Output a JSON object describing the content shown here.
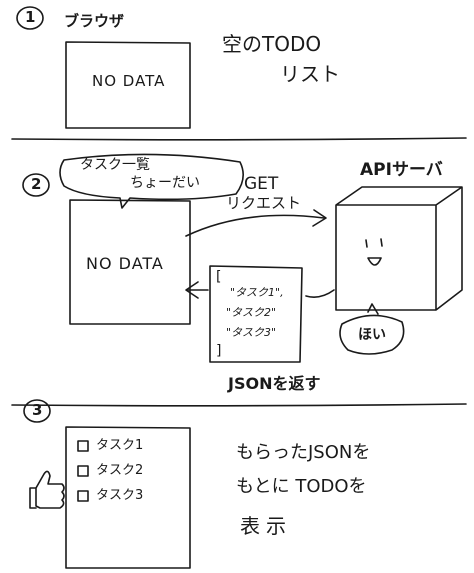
{
  "section1": {
    "number": "1",
    "browser_label": "ブラウザ",
    "box_text": "NO DATA",
    "note_line1": "空のTODO",
    "note_line2": "リスト"
  },
  "section2": {
    "number": "2",
    "bubble_line1": "タスク一覧",
    "bubble_line2": "ちょーだい",
    "box_text": "NO DATA",
    "request_line1": "GET",
    "request_line2": "リクエスト",
    "server_label": "APIサーバ",
    "server_reply": "ほい",
    "json_open": "[",
    "json_items": [
      "\"タスク1\",",
      "\"タスク2\"",
      "\"タスク3\""
    ],
    "json_close": "]",
    "json_caption": "JSONを返す"
  },
  "section3": {
    "number": "3",
    "tasks": [
      "タスク1",
      "タスク2",
      "タスク3"
    ],
    "note_line1": "もらったJSONを",
    "note_line2": "もとに TODOを",
    "note_line3": "表示"
  }
}
